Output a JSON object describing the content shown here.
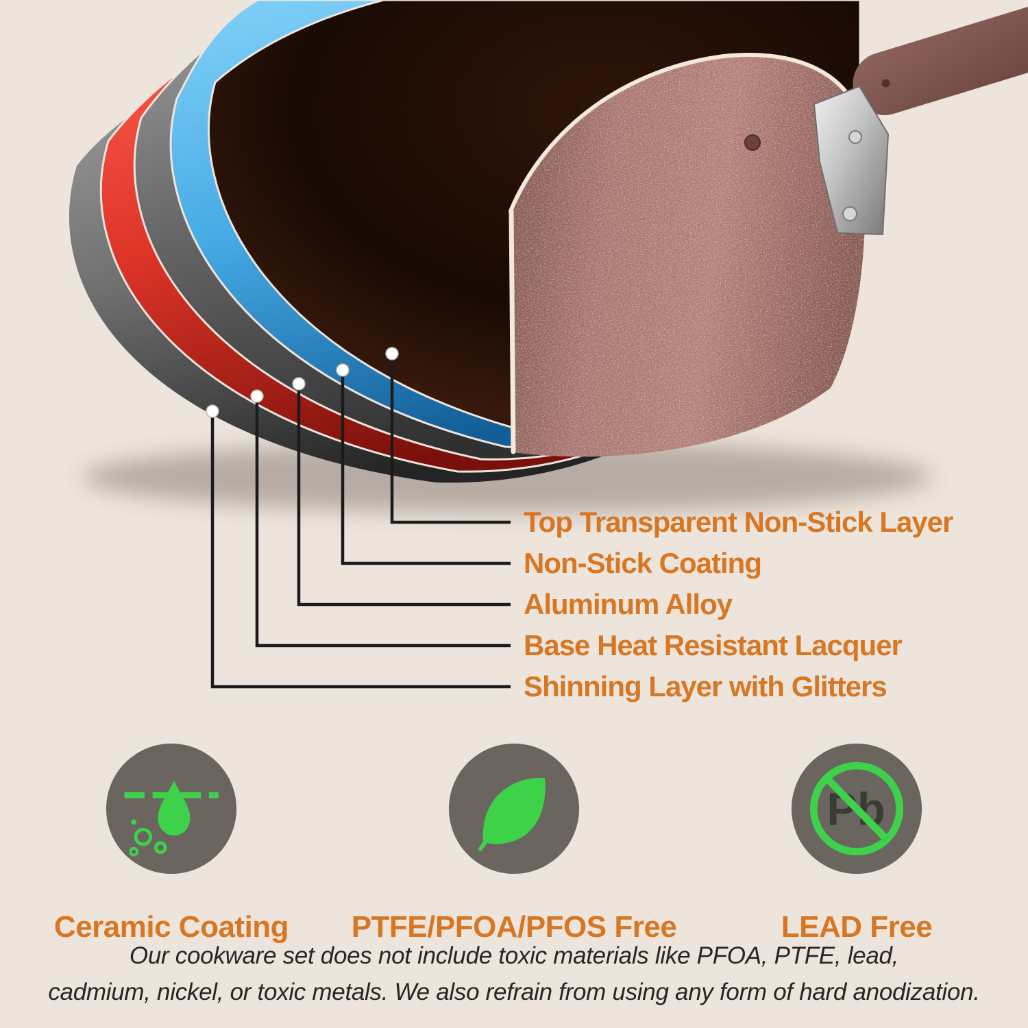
{
  "colors": {
    "background": "#EDE5DC",
    "accent_orange": "#D87723",
    "icon_green": "#3ED24B",
    "icon_circle_gray": "#6B6560",
    "pan_rose": "#A5716B",
    "layer_red": "#DE3428",
    "layer_blue": "#45AAE4",
    "layer_gray": "#6F6F6F"
  },
  "layers": [
    {
      "label": "Top Transparent Non-Stick Layer"
    },
    {
      "label": "Non-Stick Coating"
    },
    {
      "label": "Aluminum Alloy"
    },
    {
      "label": "Base Heat Resistant Lacquer"
    },
    {
      "label": "Shinning Layer with Glitters"
    }
  ],
  "features": [
    {
      "icon": "ceramic-coating-icon",
      "label": "Ceramic Coating"
    },
    {
      "icon": "leaf-icon",
      "label": "PTFE/PFOA/PFOS Free"
    },
    {
      "icon": "lead-free-icon",
      "label": "LEAD Free",
      "symbol": "Pb"
    }
  ],
  "disclaimer": {
    "line1": "Our cookware set does not include toxic materials like PFOA, PTFE, lead,",
    "line2": "cadmium, nickel, or toxic metals. We also refrain from using any form of hard anodization."
  }
}
